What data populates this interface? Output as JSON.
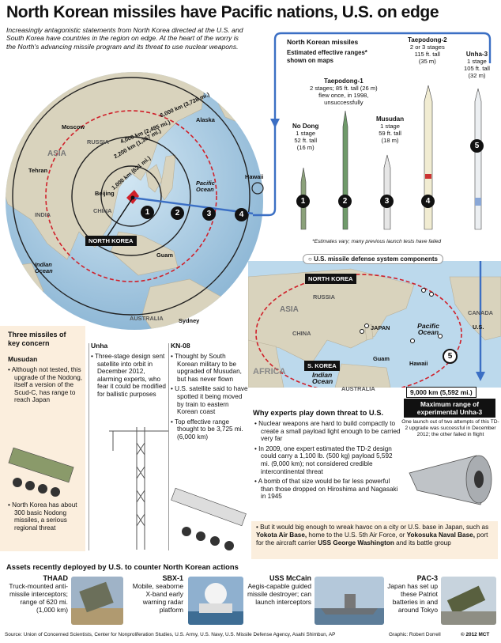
{
  "title": "North Korean missiles have Pacific nations, U.S. on edge",
  "intro": "Increasingly antagonistic statements from North Korea directed at the U.S. and South Korea have countries in the region on edge. At the heart of the worry is the North's advancing missile program and its threat to use nuclear weapons.",
  "globe": {
    "rings": [
      "1,000 km (621 mi.)",
      "2,200 km (1,367 mi.)",
      "4,000 km (2,485 mi.)",
      "6,000 km (3,728 mi.)"
    ],
    "places": [
      "Moscow",
      "Tehran",
      "RUSSIA",
      "ASIA",
      "Alaska",
      "Hawaii",
      "Beijing",
      "CHINA",
      "INDIA",
      "Pacific Ocean",
      "Guam",
      "Indian Ocean",
      "AUSTRALIA",
      "Sydney"
    ],
    "nk_label": "NORTH KOREA",
    "badges": [
      "1",
      "2",
      "3",
      "4"
    ]
  },
  "missiles": {
    "header": "North Korean missiles",
    "sub": "Estimated effective ranges* shown on maps",
    "items": [
      {
        "num": "1",
        "name": "No Dong",
        "info": [
          "1 stage",
          "52 ft. tall",
          "(16 m)"
        ]
      },
      {
        "num": "2",
        "name": "Taepodong-1",
        "info": [
          "2 stages; 85 ft. tall (26 m)",
          "flew once, in 1998,",
          "unsuccessfully"
        ]
      },
      {
        "num": "3",
        "name": "Musudan",
        "info": [
          "1 stage",
          "59 ft. tall",
          "(18 m)"
        ]
      },
      {
        "num": "4",
        "name": "Taepodong-2",
        "info": [
          "2 or 3 stages",
          "115 ft. tall",
          "(35 m)"
        ]
      },
      {
        "num": "5",
        "name": "Unha-3",
        "info": [
          "1 stage",
          "105 ft. tall",
          "(32 m)"
        ]
      }
    ],
    "note": "*Estimates vary; many previous launch tests have failed"
  },
  "map2": {
    "legend": "U.S. missile defense system components",
    "nk": "NORTH KOREA",
    "sk": "S. KOREA",
    "places": [
      "RUSSIA",
      "ASIA",
      "CHINA",
      "JAPAN",
      "Pacific Ocean",
      "CANADA",
      "U.S.",
      "Guam",
      "Hawaii",
      "AFRICA",
      "Indian Ocean",
      "AUSTRALIA"
    ],
    "badge": "5",
    "range_label": "9,000 km (5,592 mi.)",
    "max_title": "Maximum range of experimental Unha-3",
    "max_note": "One launch out of two attempts of this TD-2 upgrade was successful in December 2012; the other failed in flight"
  },
  "concern": {
    "header": "Three missiles of key concern",
    "musudan": {
      "title": "Musudan",
      "b1": "Although not tested, this upgrade of the Nodong, itself a version of the Scud-C, has range to reach Japan",
      "b2": "North Korea has about 300 basic Nodong missiles, a serious regional threat"
    },
    "unha": {
      "title": "Unha",
      "b1": "Three-stage design sent satellite into orbit in December 2012, alarming experts, who fear it could be modified for ballistic purposes"
    },
    "kn08": {
      "title": "KN-08",
      "b1": "Thought by South Korean military to be upgraded of Musudan, but has never flown",
      "b2": "U.S. satellite said to have spotted it being moved by train to eastern Korean coast",
      "b3": "Top effective range thought to be 3,725 mi. (6,000 km)"
    }
  },
  "experts": {
    "header": "Why experts play down threat to U.S.",
    "b1": "Nuclear weapons are hard to build compactly to create a small payload light enough to be carried very far",
    "b2": "In 2009, one expert estimated the TD-2 design could carry a 1,100 lb. (500 kg) payload 5,592 mi. (9,000 km); not considered credible intercontinental threat",
    "b3": "A bomb of that size would be far less powerful than those dropped on Hiroshima and Nagasaki in 1945",
    "box_pre": "But it would big enough to wreak havoc on a city or U.S. base in Japan, such as ",
    "box_b1": "Yokota Air Base,",
    "box_mid1": " home to the U.S. 5th Air Force, or ",
    "box_b2": "Yokosuka Naval Base,",
    "box_mid2": " port for the aircraft carrier ",
    "box_b3": "USS George Washington",
    "box_post": " and its battle group"
  },
  "assets": {
    "header": "Assets recently deployed by U.S. to counter North Korean actions",
    "items": [
      {
        "name": "THAAD",
        "desc": "Truck-mounted anti-missile interceptors; range of 620 mi. (1,000 km)"
      },
      {
        "name": "SBX-1",
        "desc": "Mobile, seaborne X-band early warning radar platform"
      },
      {
        "name": "USS McCain",
        "desc": "Aegis-capable guided missile destroyer; can launch interceptors"
      },
      {
        "name": "PAC-3",
        "desc": "Japan has set up these Patriot batteries in and around Tokyo"
      }
    ]
  },
  "footer": {
    "source": "Source: Union of Concerned Scientists, Center for Nonproliferation Studies, U.S. Army, U.S. Navy, U.S. Missile Defense Agency, Asahi Shimbun, AP",
    "credit": "Graphic: Robert Dorrell",
    "copyright": "© 2012 MCT"
  },
  "colors": {
    "ocean": "#b9d7ea",
    "land": "#d8d2bc",
    "ring": "#222222",
    "red_ring": "#d0202a",
    "blue_line": "#3b6fc4",
    "panel": "#fbeedd"
  }
}
